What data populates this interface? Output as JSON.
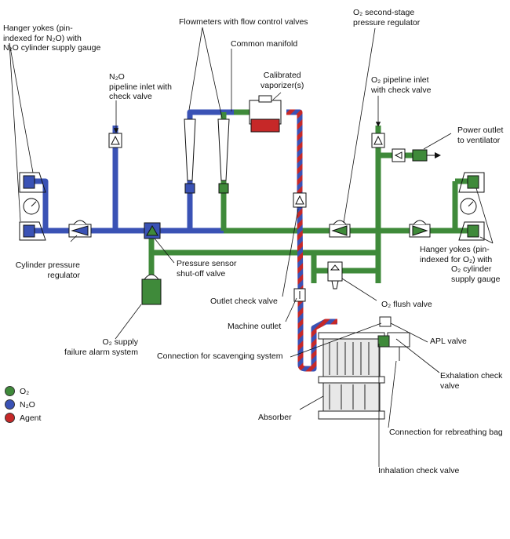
{
  "colors": {
    "o2": "#3f8a3a",
    "n2o": "#3a52b5",
    "agent": "#c62828"
  },
  "labels": {
    "hanger_n2o": [
      "Hanger yokes (pin-",
      "indexed for N₂O) with",
      "N₂O cylinder supply gauge"
    ],
    "flowmeters": "Flowmeters with flow control valves",
    "o2_second_stage": [
      "O₂ second-stage",
      "pressure regulator"
    ],
    "common_manifold": "Common manifold",
    "n2o_pipeline": [
      "N₂O",
      "pipeline inlet with",
      "check valve"
    ],
    "vaporizer": [
      "Calibrated",
      "vaporizer(s)"
    ],
    "o2_pipeline": [
      "O₂ pipeline inlet",
      "with check valve"
    ],
    "power_outlet": [
      "Power outlet",
      "to ventilator"
    ],
    "hanger_o2": [
      "Hanger yokes (pin-",
      "indexed for O₂) with",
      "O₂ cylinder",
      "supply gauge"
    ],
    "cyl_regulator": [
      "Cylinder pressure",
      "regulator"
    ],
    "pressure_sensor": [
      "Pressure sensor",
      "shut-off valve"
    ],
    "outlet_check": "Outlet check valve",
    "o2_flush": "O₂ flush valve",
    "machine_outlet": "Machine outlet",
    "o2_supply_alarm": [
      "O₂ supply",
      "failure alarm system"
    ],
    "apl_valve": "APL valve",
    "scavenging": "Connection for scavenging system",
    "exhalation_check": [
      "Exhalation check",
      "valve"
    ],
    "absorber": "Absorber",
    "rebreathing_bag": "Connection for rebreathing bag",
    "inhalation_check": "Inhalation check valve"
  },
  "legend": [
    {
      "label": "O₂",
      "color_key": "o2"
    },
    {
      "label": "N₂O",
      "color_key": "n2o"
    },
    {
      "label": "Agent",
      "color_key": "agent"
    }
  ]
}
